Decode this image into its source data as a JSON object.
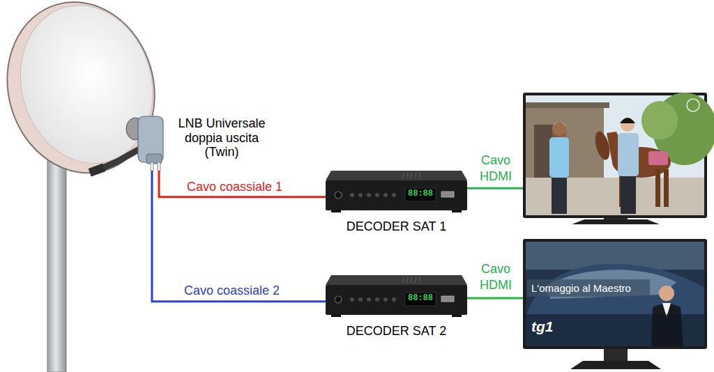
{
  "diagram": {
    "nodes": [
      {
        "text": [
          "LNB Universale doppia uscita (Twin)"
        ]
      },
      {
        "text": [
          "88:88",
          "DECODER SAT 1"
        ]
      },
      {
        "text": []
      },
      {
        "text": [
          "88:88",
          "DECODER SAT 2"
        ]
      },
      {
        "text": [
          "L'omaggio al Maestro",
          "tg1"
        ]
      }
    ],
    "edges": [
      {
        "from": 0,
        "to": 1,
        "label": "Cavo coassiale 1",
        "arrow": "none"
      },
      {
        "from": 0,
        "to": 3,
        "label": "Cavo coassiale 2",
        "arrow": "none"
      },
      {
        "from": 1,
        "to": 2,
        "label": "Cavo HDMI",
        "arrow": "none"
      },
      {
        "from": 3,
        "to": 4,
        "label": "Cavo HDMI",
        "arrow": "none"
      }
    ]
  }
}
